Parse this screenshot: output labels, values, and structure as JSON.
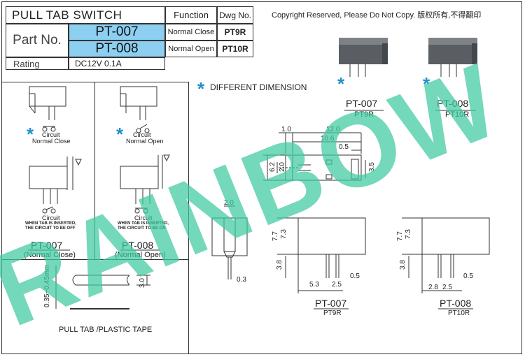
{
  "title": "PULL TAB SWITCH",
  "header": {
    "function_label": "Function",
    "dwg_label": "Dwg No.",
    "part_label": "Part No.",
    "rating_label": "Rating",
    "rating_value": "DC12V 0.1A"
  },
  "parts": [
    {
      "part_no": "PT-007",
      "function": "Normal Close",
      "dwg_no": "PT9R"
    },
    {
      "part_no": "PT-008",
      "function": "Normal Open",
      "dwg_no": "PT10R"
    }
  ],
  "copyright": "Copyright Reserved, Please Do Not Copy. 版权所有,不得翻印",
  "different_dimension": "DIFFERENT DIMENSION",
  "watermark": "RAINBOW",
  "left_panels": [
    {
      "circuit_label": "Circuit",
      "state_label": "Normal Close",
      "circuit2_label": "Circuit",
      "note_line1": "WHEN TAB IS INSERTED,",
      "note_line2": "THE CIRCUIT TO BE OFF",
      "part_no": "PT-007",
      "caption": "(Normal Close)"
    },
    {
      "circuit_label": "Circuit",
      "state_label": "Normal Open",
      "circuit2_label": "Circuit",
      "note_line1": "WHEN TAB IS INSERTED,",
      "note_line2": "THE CIRCUIT TO BE ON",
      "part_no": "PT-008",
      "caption": "(Normal Open)"
    }
  ],
  "tape": {
    "thickness": "0.35~0.45mm",
    "width": "3.0",
    "label": "PULL TAB /PLASTIC TAPE"
  },
  "photo_labels": [
    {
      "part_no": "PT-007",
      "dwg": "PT9R"
    },
    {
      "part_no": "PT-008",
      "dwg": "PT10R"
    }
  ],
  "dims": {
    "top": [
      "1.0",
      "12.0",
      "10.6",
      "0.5",
      "6.2",
      "2.0",
      "3.5"
    ],
    "side": [
      "2.0",
      "0.3"
    ],
    "pt007": [
      "7.7",
      "7.3",
      "3.8",
      "5.3",
      "2.5",
      "0.5"
    ],
    "pt008": [
      "7.7",
      "7.3",
      "3.8",
      "2.8",
      "2.5",
      "0.5"
    ]
  },
  "bottom_labels": [
    {
      "part_no": "PT-007",
      "dwg": "PT9R"
    },
    {
      "part_no": "PT-008",
      "dwg": "PT10R"
    }
  ],
  "colors": {
    "part_fill": "#8ccff1",
    "asterisk": "#1f8fcc",
    "watermark": "#3ec9a0"
  }
}
